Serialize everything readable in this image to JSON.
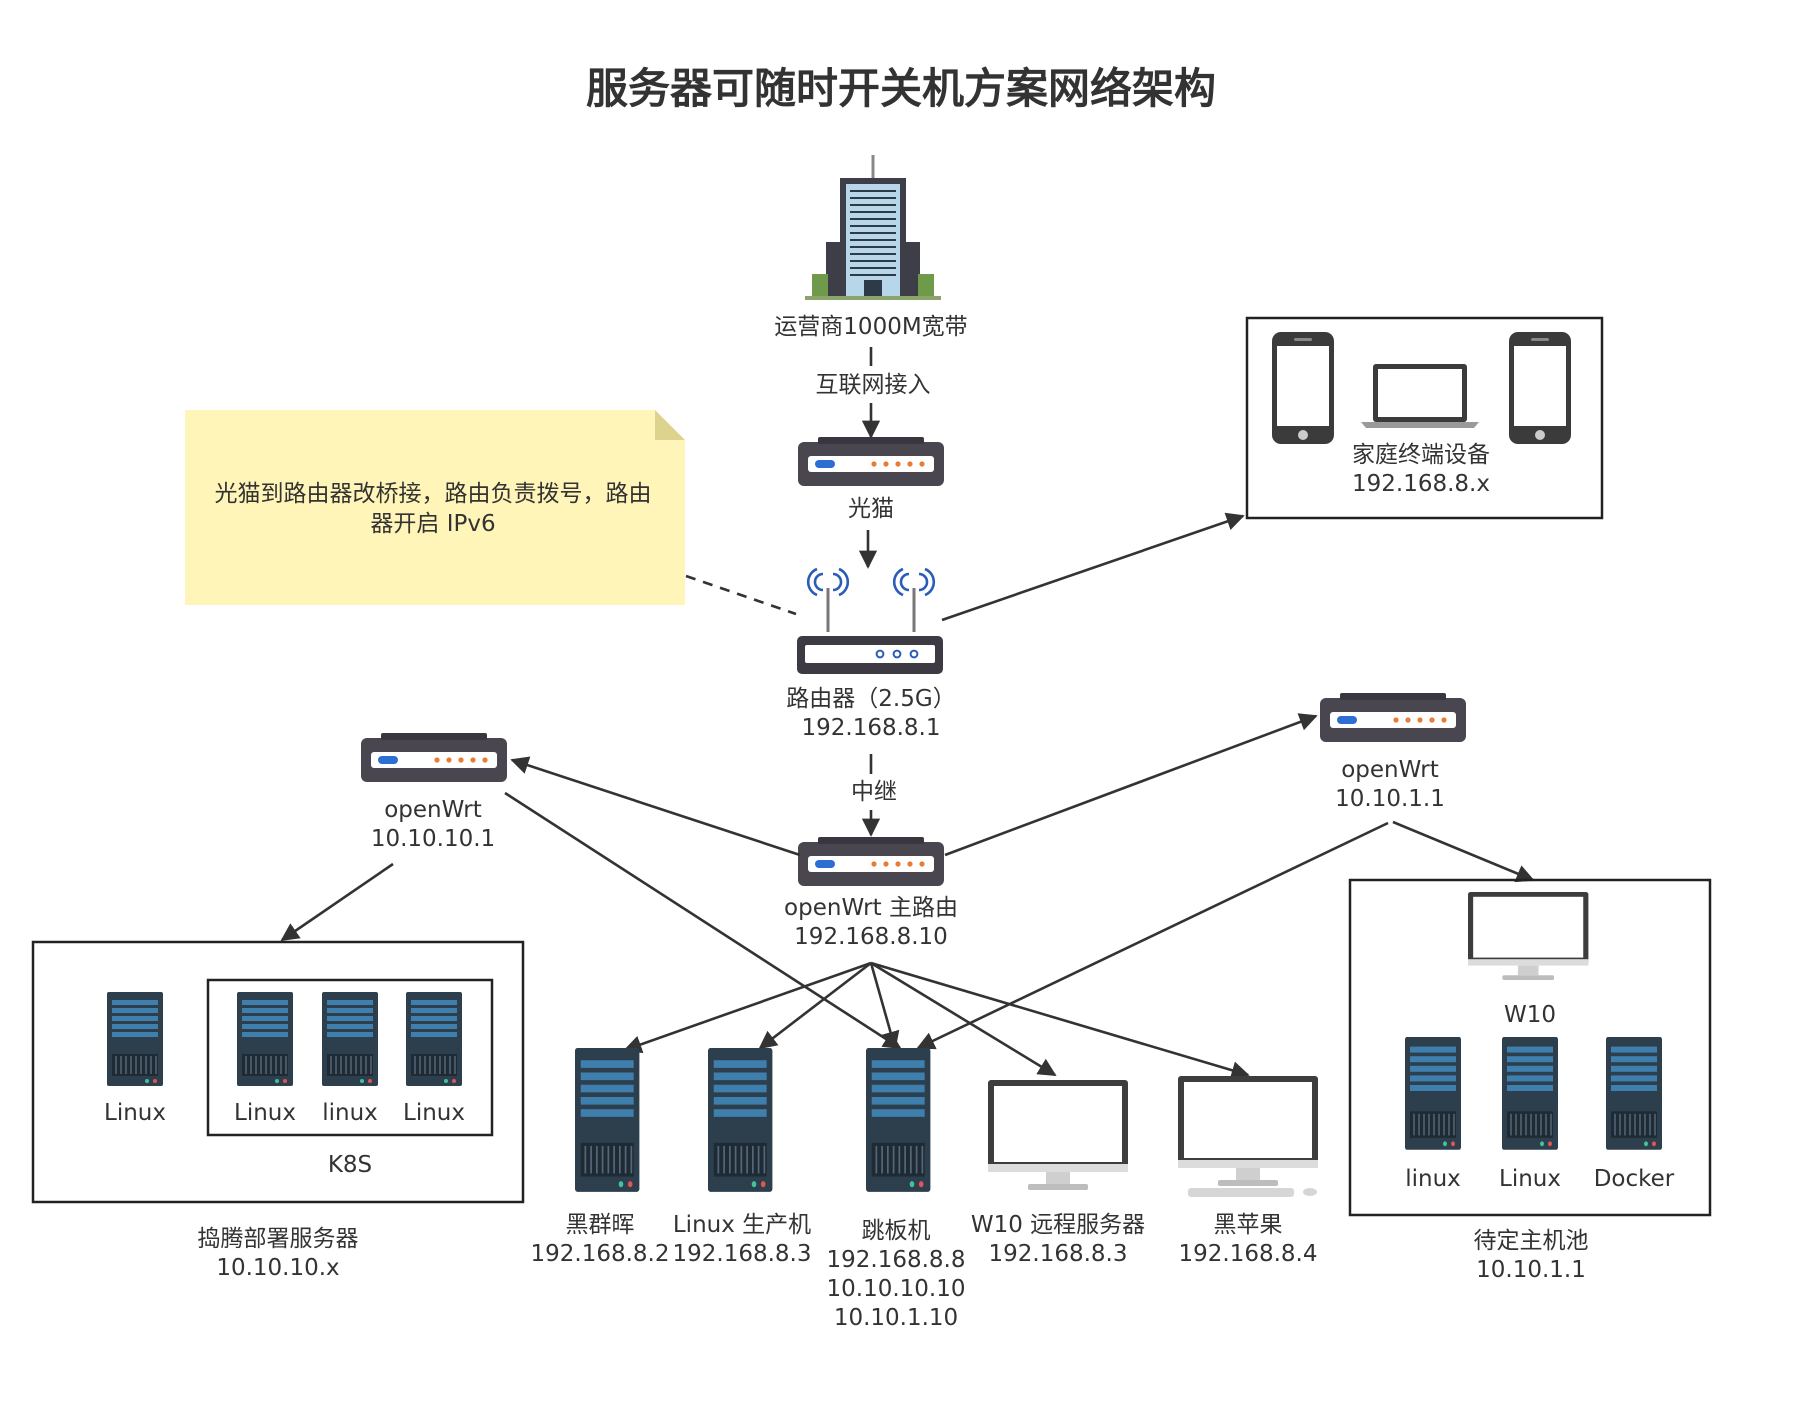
{
  "title": "服务器可随时开关机方案网络架构",
  "colors": {
    "ink": "#333333",
    "note_fill": "#fff5b8",
    "note_fold": "#ddd38e",
    "device_body": "#4a4650",
    "device_panel": "#ffffff",
    "device_led_blue": "#2d6ed3",
    "device_led_orange": "#e97b35",
    "server_body": "#2d3e4c",
    "server_bay": "#3e7fae",
    "wifi_blue": "#2a5db8",
    "building_blue": "#b8d6ea"
  },
  "note": {
    "line1": "光猫到路由器改桥接，路由负责拨号，路由",
    "line2": "器开启 IPv6"
  },
  "isp": {
    "icon": "office-building-icon",
    "label": "运营商1000M宽带"
  },
  "edges": {
    "internet_access": "互联网接入",
    "relay": "中继"
  },
  "modem": {
    "icon": "modem-icon",
    "label": "光猫"
  },
  "router": {
    "icon": "wifi-router-icon",
    "name": "路由器（2.5G）",
    "ip": "192.168.8.1"
  },
  "home_devices": {
    "icons": [
      "smartphone-icon",
      "laptop-icon",
      "smartphone-icon"
    ],
    "name": "家庭终端设备",
    "ip": "192.168.8.x"
  },
  "openwrt_main": {
    "icon": "router-icon",
    "name": "openWrt 主路由",
    "ip": "192.168.8.10"
  },
  "openwrt_left": {
    "icon": "router-icon",
    "name": "openWrt",
    "ip": "10.10.10.1"
  },
  "openwrt_right": {
    "icon": "router-icon",
    "name": "openWrt",
    "ip": "10.10.1.1"
  },
  "tinker_group": {
    "servers": [
      "Linux",
      "Linux",
      "linux",
      "Linux"
    ],
    "k8s_label": "K8S",
    "name": "捣腾部署服务器",
    "ip": "10.10.10.x"
  },
  "pending_pool": {
    "w10": "W10",
    "servers": [
      "linux",
      "Linux",
      "Docker"
    ],
    "name": "待定主机池",
    "ip": "10.10.1.1"
  },
  "bottom_hosts": [
    {
      "kind": "server",
      "name": "黑群晖",
      "lines": [
        "192.168.8.2"
      ]
    },
    {
      "kind": "server",
      "name": "Linux 生产机",
      "lines": [
        "192.168.8.3"
      ]
    },
    {
      "kind": "server",
      "name": "跳板机",
      "lines": [
        "192.168.8.8",
        "10.10.10.10",
        "10.10.1.10"
      ]
    },
    {
      "kind": "monitor",
      "name": "W10 远程服务器",
      "lines": [
        "192.168.8.3"
      ]
    },
    {
      "kind": "imac",
      "name": "黑苹果",
      "lines": [
        "192.168.8.4"
      ]
    }
  ]
}
